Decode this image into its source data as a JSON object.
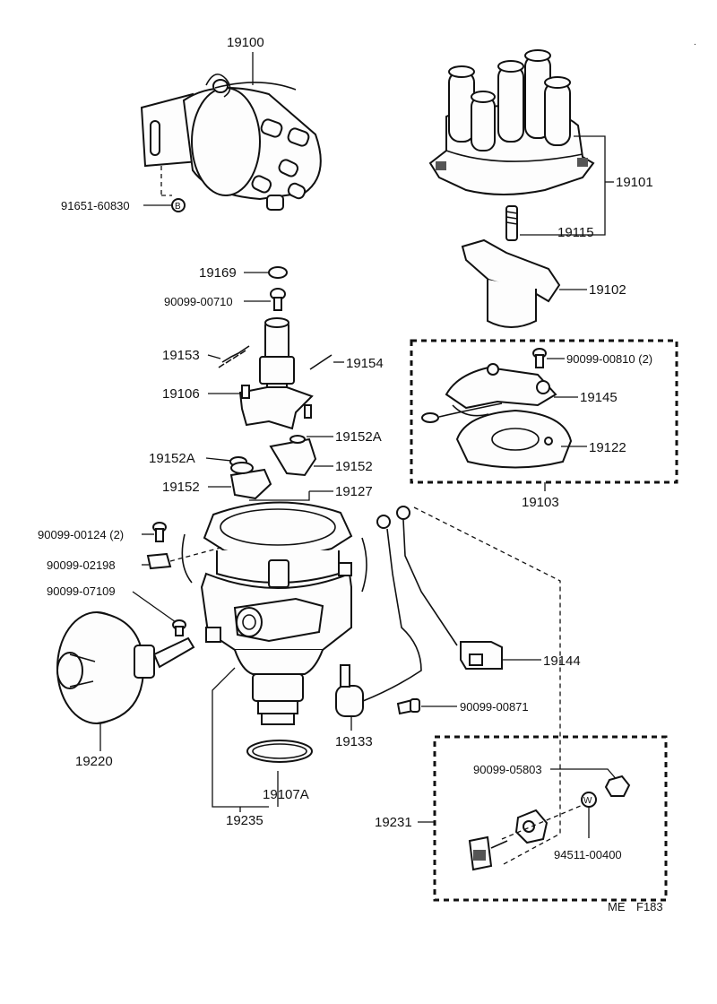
{
  "labels": {
    "distributor_assembly": "19100",
    "bolt_91651": "91651-60830",
    "bolt_91651_marker": "B",
    "distributor_cap": "19101",
    "cap_spring": "19115",
    "rotor": "19102",
    "breaker_plate_set": "19103",
    "screw_00810": "90099-00810 (2)",
    "breaker_point": "19145",
    "breaker_plate": "19122",
    "felt": "19169",
    "screw_00710": "90099-00710",
    "spring_19153": "19153",
    "spring_19154": "19154",
    "governor_shaft": "19106",
    "washer_19152a_right": "19152A",
    "washer_19152a_left": "19152A",
    "weight_right": "19152",
    "weight_left": "19152",
    "housing": "19127",
    "screw_00124": "90099-00124 (2)",
    "clamp_02198": "90099-02198",
    "screw_07109": "90099-07109",
    "vacuum_advancer": "19220",
    "housing_assembly": "19235",
    "o_ring": "19107A",
    "condenser": "19133",
    "screw_00871": "90099-00871",
    "cord": "19144",
    "terminal_set": "19231",
    "nut_05803": "90099-05803",
    "washer_00400": "94511-00400",
    "washer_00400_marker": "W",
    "code_me": "ME",
    "code_fig": "F183"
  },
  "colors": {
    "ink": "#111111",
    "paper": "#ffffff"
  }
}
